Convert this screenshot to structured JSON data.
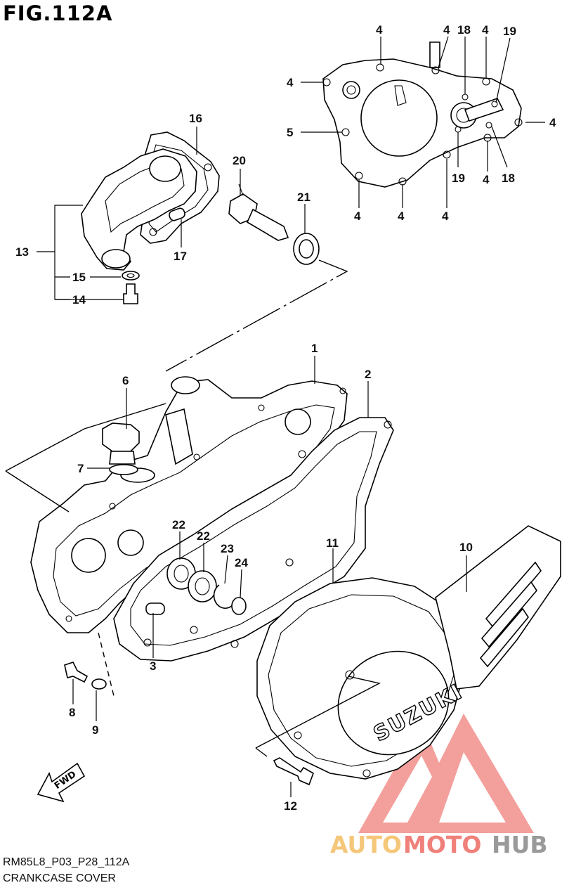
{
  "figure": {
    "title": "FIG.112A",
    "code": "RM85L8_P03_P28_112A",
    "name": "CRANKCASE COVER"
  },
  "callouts": {
    "c1": "1",
    "c2": "2",
    "c3": "3",
    "c4a": "4",
    "c4b": "4",
    "c4c": "4",
    "c4d": "4",
    "c4e": "4",
    "c4f": "4",
    "c4g": "4",
    "c4h": "4",
    "c4i": "4",
    "c5": "5",
    "c6": "6",
    "c7": "7",
    "c8": "8",
    "c9": "9",
    "c10": "10",
    "c11": "11",
    "c12": "12",
    "c13": "13",
    "c14": "14",
    "c15": "15",
    "c16": "16",
    "c17": "17",
    "c18a": "18",
    "c18b": "18",
    "c19a": "19",
    "c19b": "19",
    "c20": "20",
    "c21": "21",
    "c22a": "22",
    "c22b": "22",
    "c23": "23",
    "c24": "24"
  },
  "markings": {
    "fwd_arrow": "FWD",
    "cover_logo": "SUZUKI"
  },
  "watermark": {
    "text_auto": "AUTO",
    "text_moto": "MOTO",
    "text_hub": "HUB",
    "colors": {
      "triangle": "#f0807a",
      "auto": "#f5c77a",
      "moto": "#f0807a",
      "hub": "#9a9a9a"
    }
  }
}
